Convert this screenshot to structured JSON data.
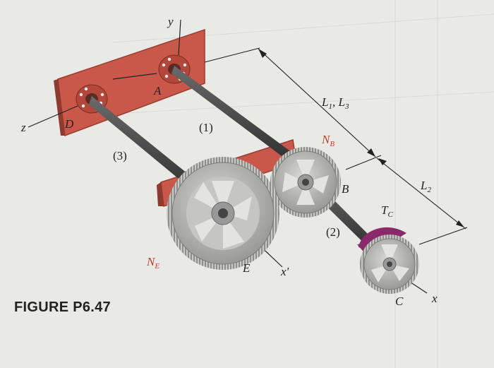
{
  "figure": {
    "caption": "FIGURE P6.47"
  },
  "labels": {
    "axis_y": "y",
    "axis_z": "z",
    "axis_x": "x",
    "axis_x_prime": "x'",
    "point_A": "A",
    "point_D": "D",
    "point_B": "B",
    "point_C": "C",
    "point_E": "E",
    "shaft_1": "(1)",
    "shaft_2": "(2)",
    "shaft_3": "(3)",
    "dim_L1L3_main": "L",
    "dim_L1L3_sub1": "1",
    "dim_L1L3_mid": ", L",
    "dim_L1L3_sub2": "3",
    "dim_L2_main": "L",
    "dim_L2_sub": "2",
    "gear_NB_main": "N",
    "gear_NB_sub": "B",
    "gear_NE_main": "N",
    "gear_NE_sub": "E",
    "torque_main": "T",
    "torque_sub": "C"
  },
  "colors": {
    "wall": "#c9584a",
    "gear_steel": "#a9a9a6",
    "shaft": "#3a3a3a",
    "torque_arrow": "#8a2a6a",
    "label_red": "#b8442f"
  }
}
